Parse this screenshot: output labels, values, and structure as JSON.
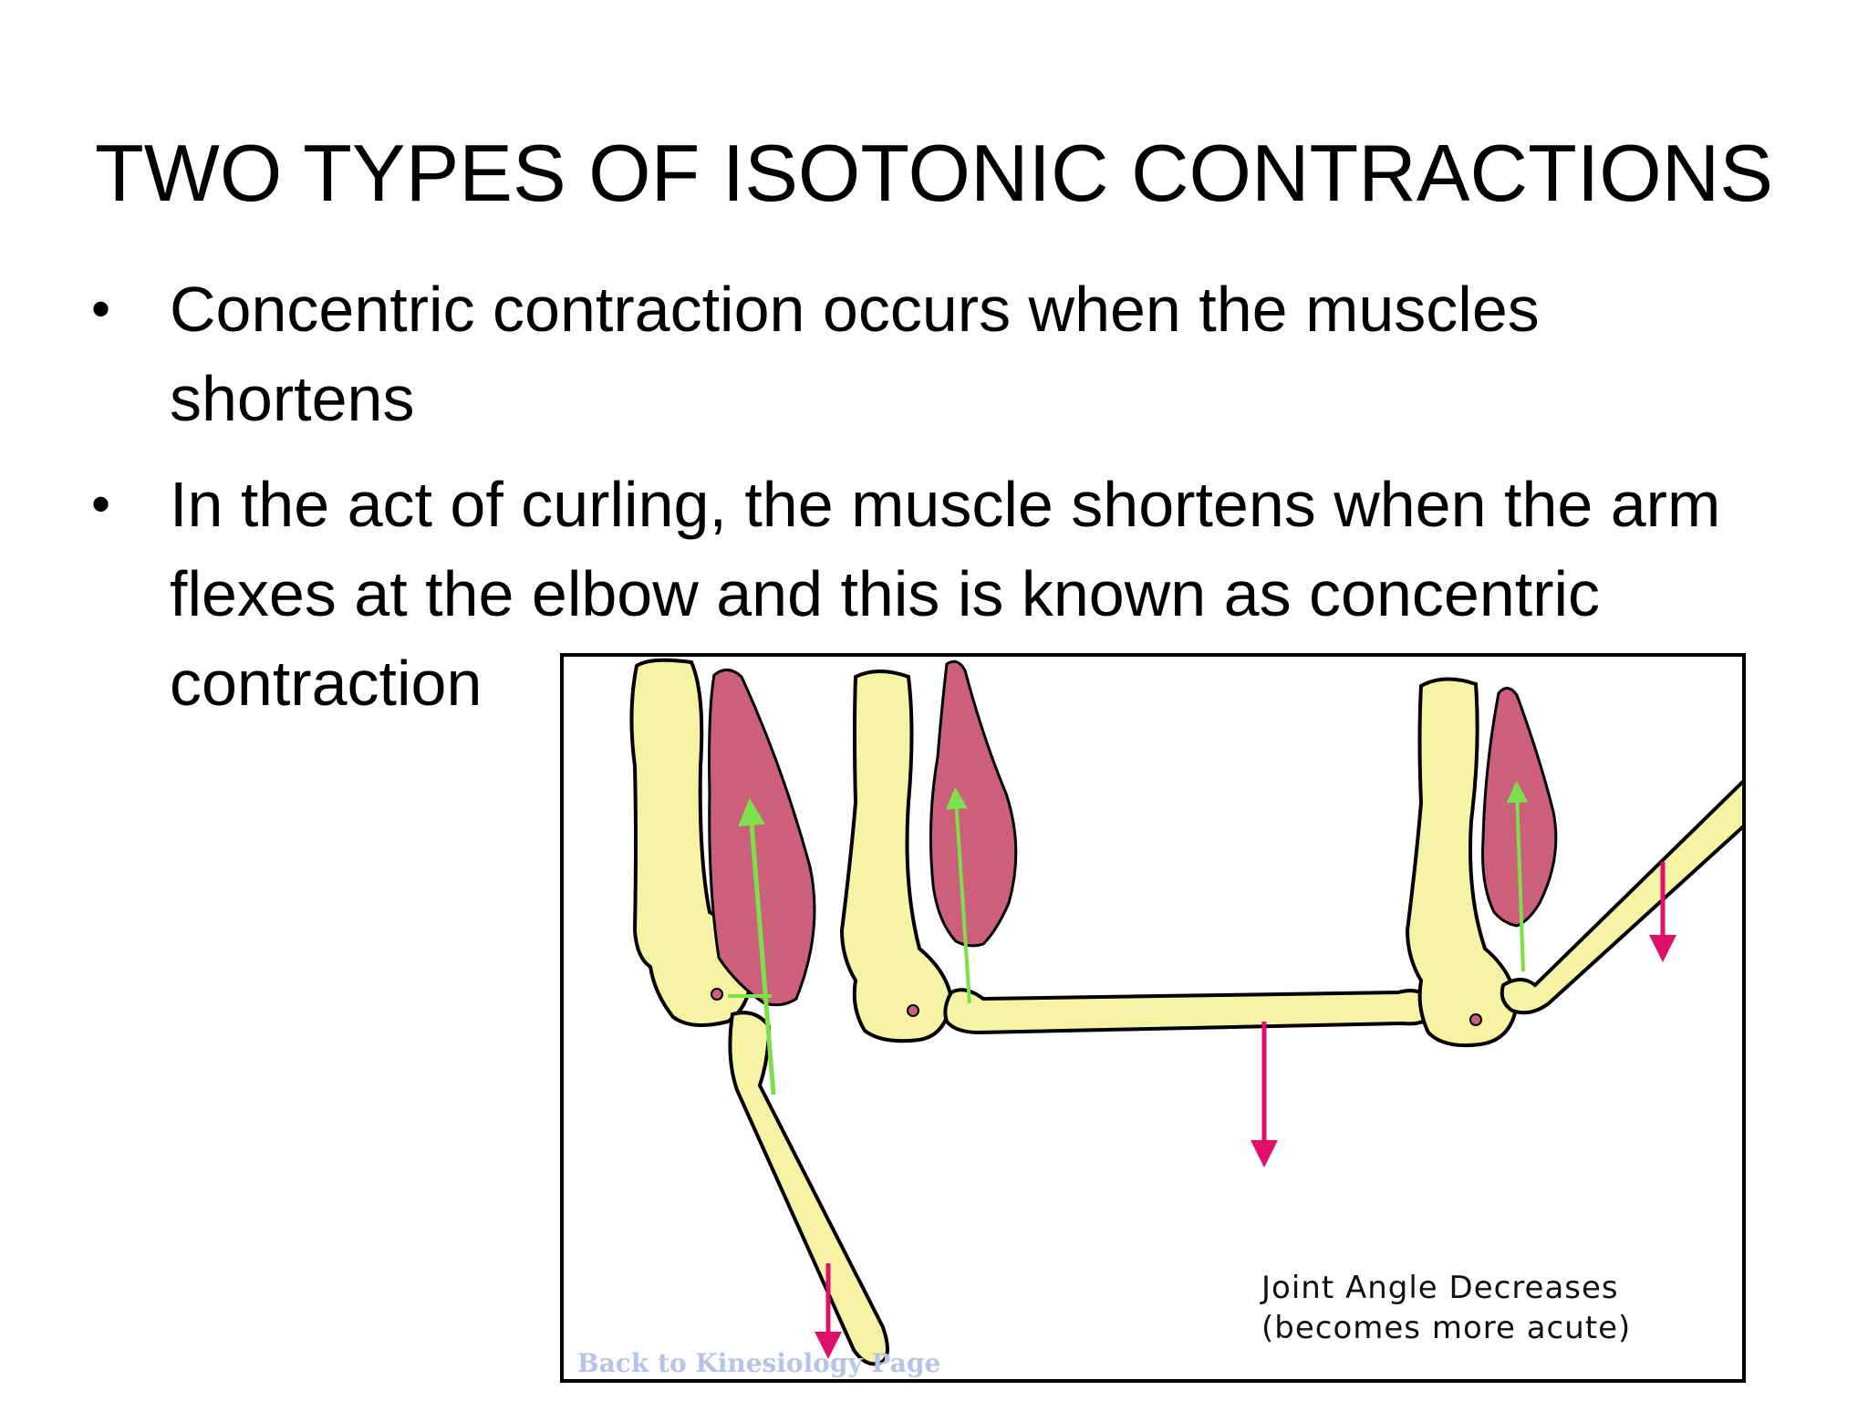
{
  "slide": {
    "title": "TWO TYPES OF ISOTONIC CONTRACTIONS",
    "bullets": [
      {
        "marker": "•",
        "lines": [
          "Concentric contraction occurs when the muscles",
          "shortens"
        ]
      },
      {
        "marker": "•",
        "lines": [
          "In the act of curling, the muscle shortens when the arm",
          "flexes at the elbow and this is known as concentric",
          "contraction"
        ]
      }
    ]
  },
  "figure": {
    "caption_line1": "Joint Angle Decreases",
    "caption_line2": "(becomes more acute)",
    "back_link": "Back to Kinesiology Page",
    "colors": {
      "bone": "#f7f3a4",
      "muscle": "#cc5f7b",
      "force_arrow": "#e0106a",
      "tension_arrow": "#7de04a",
      "outline": "#000000"
    }
  }
}
